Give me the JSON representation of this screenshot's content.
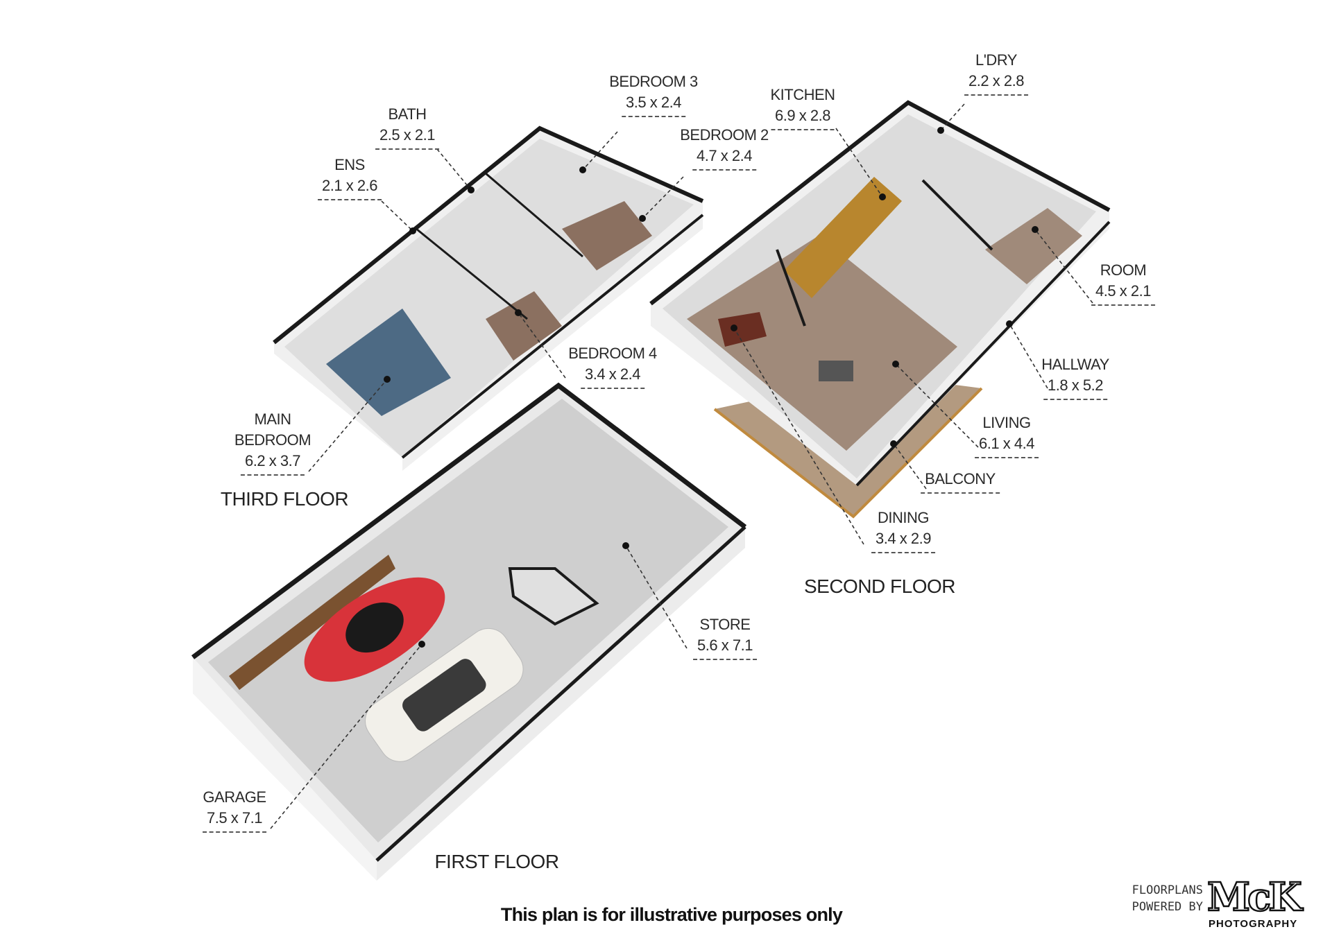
{
  "labels": [
    {
      "name": "L'DRY",
      "dims": "2.2 x 2.8"
    },
    {
      "name": "BEDROOM 3",
      "dims": "3.5 x 2.4"
    },
    {
      "name": "KITCHEN",
      "dims": "6.9 x 2.8"
    },
    {
      "name": "BATH",
      "dims": "2.5 x 2.1"
    },
    {
      "name": "BEDROOM 2",
      "dims": "4.7 x 2.4"
    },
    {
      "name": "ENS",
      "dims": "2.1 x 2.6"
    },
    {
      "name": "ROOM",
      "dims": "4.5 x 2.1"
    },
    {
      "name": "BEDROOM 4",
      "dims": "3.4 x 2.4"
    },
    {
      "name": "HALLWAY",
      "dims": "1.8 x 5.2"
    },
    {
      "name": "MAIN",
      "name2": "BEDROOM",
      "dims": "6.2 x 3.7"
    },
    {
      "name": "LIVING",
      "dims": "6.1 x 4.4"
    },
    {
      "name": "BALCONY",
      "dims": ""
    },
    {
      "name": "DINING",
      "dims": "3.4 x 2.9"
    },
    {
      "name": "STORE",
      "dims": "5.6 x 7.1"
    },
    {
      "name": "GARAGE",
      "dims": "7.5 x 7.1"
    }
  ],
  "floors": {
    "third": "THIRD FLOOR",
    "second": "SECOND FLOOR",
    "first": "FIRST FLOOR"
  },
  "disclaimer": "This plan is for illustrative purposes only",
  "logo": {
    "line1": "FLOORPLANS",
    "line2": "POWERED BY",
    "brand": "McK",
    "sub": "PHOTOGRAPHY"
  },
  "colors": {
    "floor_grey": "#cfcfcf",
    "wood": "#b8862e",
    "carpet": "#a08a7a",
    "blue": "#4d6a84",
    "wall": "#1a1a1a",
    "car_red": "#d8333a"
  }
}
